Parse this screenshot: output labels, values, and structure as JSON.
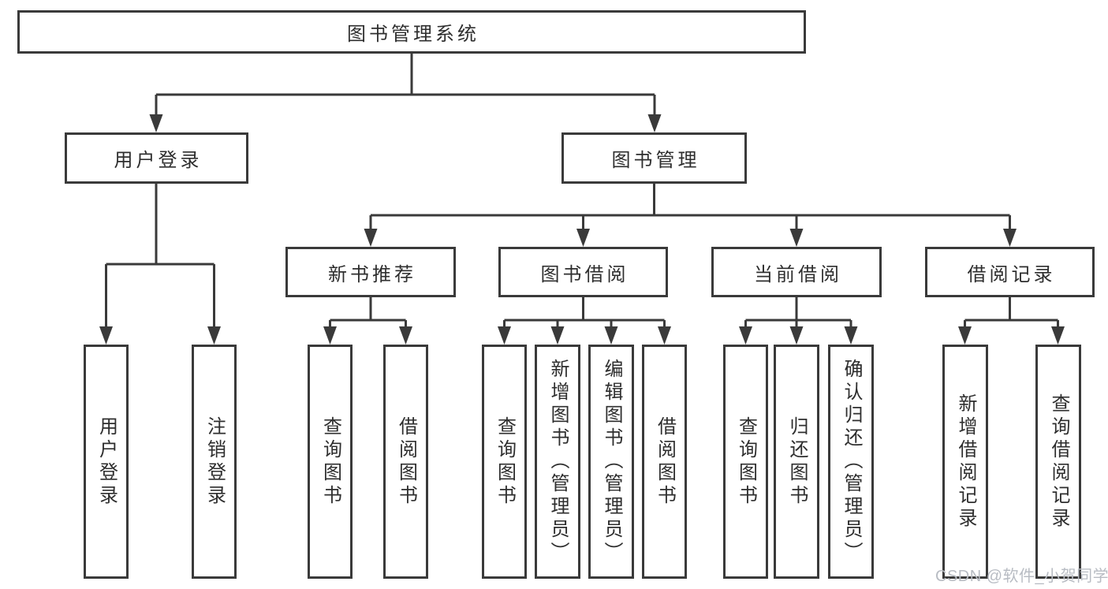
{
  "colors": {
    "line": "#3a3a3a",
    "text": "#2e2e2e",
    "watermark": "#b8bcc3",
    "bg": "#ffffff"
  },
  "watermark": {
    "text": "CSDN @软件_小贺同学"
  },
  "tree": {
    "label": "图书管理系统",
    "children": [
      {
        "label": "用户登录",
        "children": [
          {
            "label": "用户登录"
          },
          {
            "label": "注销登录"
          }
        ]
      },
      {
        "label": "图书管理",
        "children": [
          {
            "label": "新书推荐",
            "children": [
              {
                "label": "查询图书"
              },
              {
                "label": "借阅图书"
              }
            ]
          },
          {
            "label": "图书借阅",
            "children": [
              {
                "label": "查询图书"
              },
              {
                "label": "新增图书（管理员）"
              },
              {
                "label": "编辑图书（管理员）"
              },
              {
                "label": "借阅图书"
              }
            ]
          },
          {
            "label": "当前借阅",
            "children": [
              {
                "label": "查询图书"
              },
              {
                "label": "归还图书"
              },
              {
                "label": "确认归还（管理员）"
              }
            ]
          },
          {
            "label": "借阅记录",
            "children": [
              {
                "label": "新增借阅记录"
              },
              {
                "label": "查询借阅记录"
              }
            ]
          }
        ]
      }
    ]
  }
}
